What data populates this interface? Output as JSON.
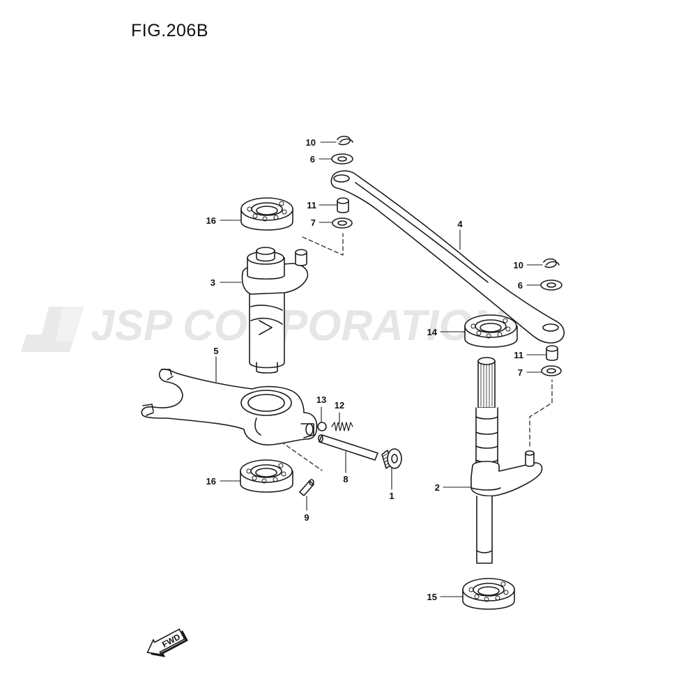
{
  "figure": {
    "title": "FIG.206B"
  },
  "watermark": {
    "text": "JSP CORPORATION",
    "color": "#e6e6e6"
  },
  "direction_badge": {
    "text": "FWD"
  },
  "callouts": {
    "c1": "1",
    "c2": "2",
    "c3": "3",
    "c4": "4",
    "c5": "5",
    "c6a": "6",
    "c6b": "6",
    "c7a": "7",
    "c7b": "7",
    "c8": "8",
    "c9": "9",
    "c10a": "10",
    "c10b": "10",
    "c11a": "11",
    "c11b": "11",
    "c12": "12",
    "c13": "13",
    "c14": "14",
    "c15": "15",
    "c16a": "16",
    "c16b": "16"
  },
  "colors": {
    "line": "#1a1a1a",
    "fill": "#ffffff"
  }
}
